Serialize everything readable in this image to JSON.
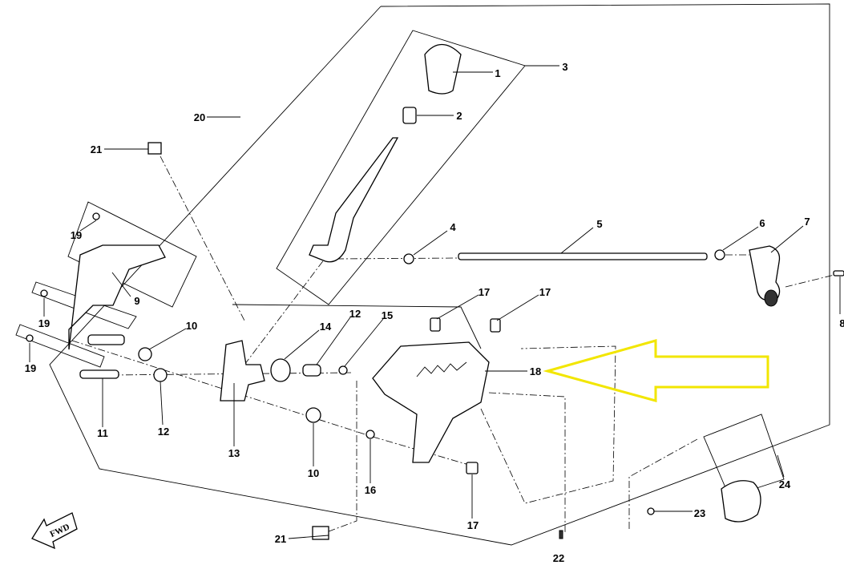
{
  "diagram": {
    "callouts": [
      "1",
      "2",
      "3",
      "4",
      "5",
      "6",
      "7",
      "8",
      "9",
      "10",
      "11",
      "12",
      "13",
      "14",
      "15",
      "16",
      "17",
      "18",
      "19",
      "20",
      "21",
      "22",
      "23",
      "24"
    ],
    "fwd_label": "FWD",
    "highlight_color": "#f2e600"
  }
}
